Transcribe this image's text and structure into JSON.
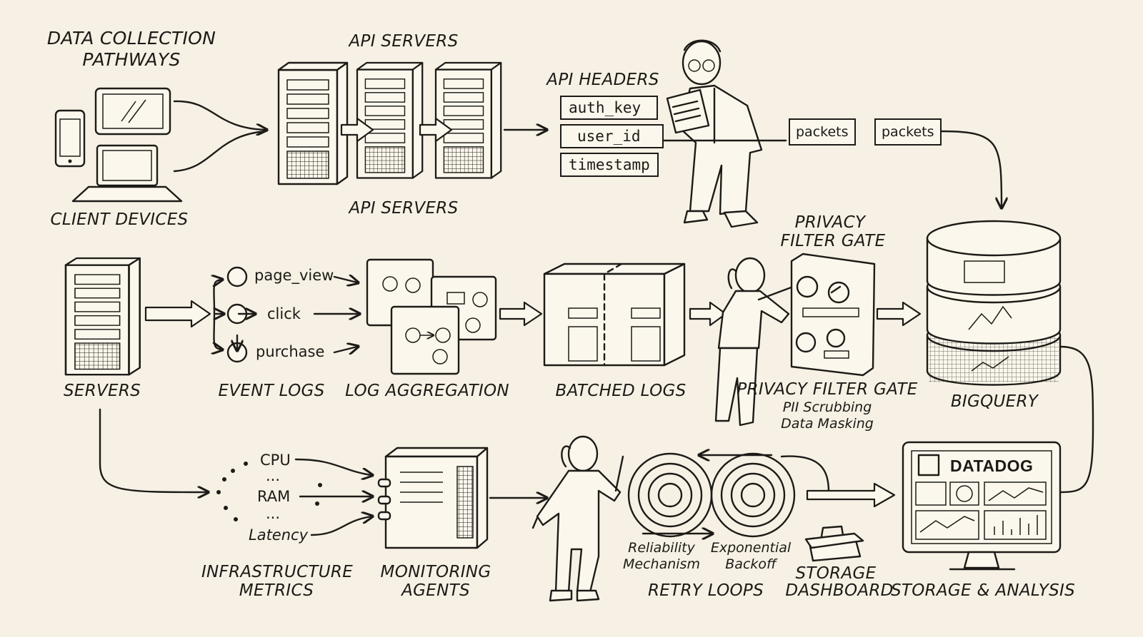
{
  "title": {
    "line1": "DATA COLLECTION",
    "line2": "PATHWAYS"
  },
  "labels": {
    "client_devices": "CLIENT DEVICES",
    "api_servers_top": "API SERVERS",
    "api_servers_bottom": "API SERVERS",
    "api_headers": "API HEADERS",
    "privacy_gate_top_1": "PRIVACY",
    "privacy_gate_top_2": "FILTER GATE",
    "servers": "SERVERS",
    "event_logs": "EVENT LOGS",
    "log_aggregation": "LOG AGGREGATION",
    "batched_logs": "BATCHED LOGS",
    "privacy_gate": "PRIVACY FILTER GATE",
    "pii_scrubbing": "PII Scrubbing",
    "data_masking": "Data Masking",
    "bigquery": "BIGQUERY",
    "infra_metrics_1": "INFRASTRUCTURE",
    "infra_metrics_2": "METRICS",
    "monitoring_agents_1": "MONITORING",
    "monitoring_agents_2": "AGENTS",
    "reliability_1": "Reliability",
    "reliability_2": "Mechanism",
    "backoff_1": "Exponential",
    "backoff_2": "Backoff",
    "retry_loops": "RETRY LOOPS",
    "storage_dashboard_1": "STORAGE",
    "storage_dashboard_2": "DASHBOARD",
    "storage_analysis": "STORAGE & ANALYSIS",
    "datadog": "DATADOG"
  },
  "headers": [
    "auth_key",
    "user_id",
    "timestamp"
  ],
  "packets": [
    "packets",
    "packets"
  ],
  "events": [
    "page_view",
    "click",
    "purchase"
  ],
  "metrics": {
    "cpu": "CPU",
    "ram": "RAM",
    "latency": "Latency",
    "dots": "..."
  },
  "icons": [
    "phone-icon",
    "tablet-icon",
    "laptop-icon",
    "server-rack-icon",
    "analyst-figure",
    "engineer-figure",
    "technician-figure",
    "database-icon",
    "monitor-icon",
    "toolbox-icon",
    "spiral-loop-icon",
    "dial-panel-icon",
    "box-icon"
  ]
}
